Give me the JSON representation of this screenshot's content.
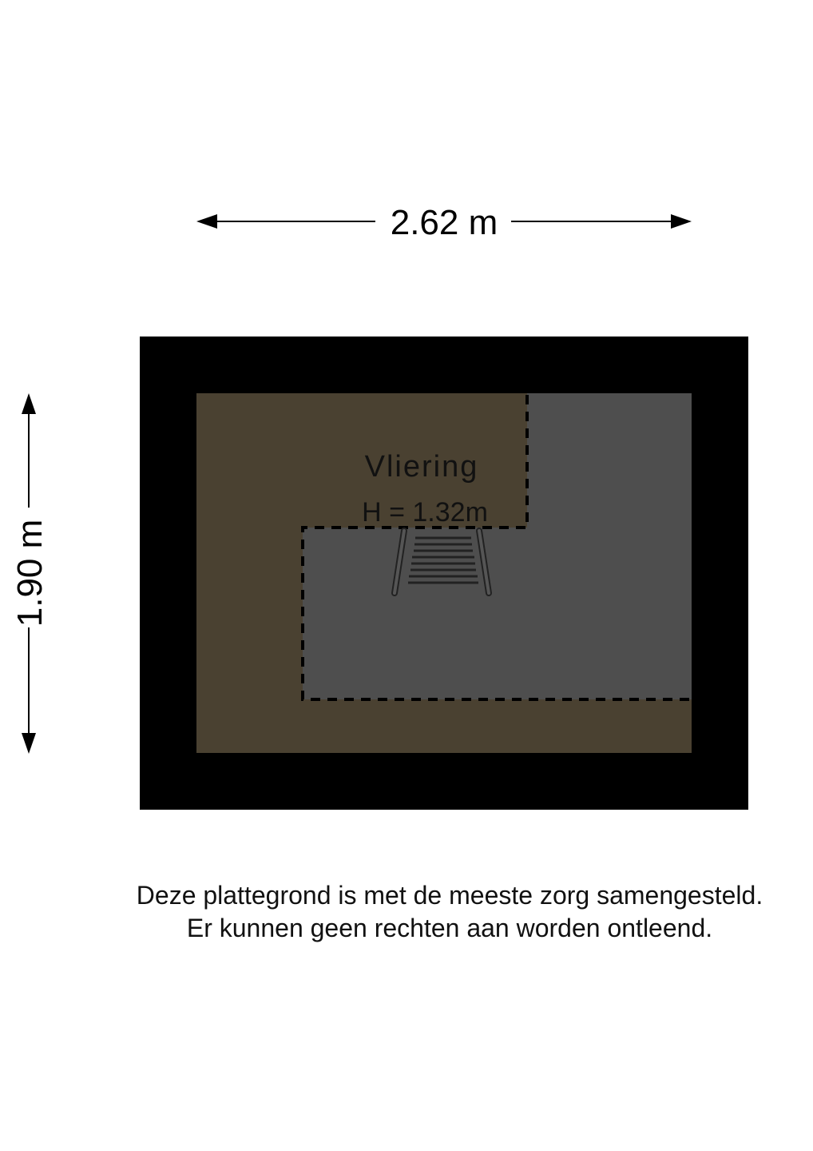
{
  "dimensions": {
    "width": "2.62 m",
    "height": "1.90 m"
  },
  "room": {
    "name": "Vliering",
    "height_label": "H = 1.32m"
  },
  "colors": {
    "wall": "#000000",
    "floor_low": "#4a4131",
    "floor": "#4e4e4e"
  },
  "disclaimer": {
    "line1": "Deze plattegrond is met de meeste zorg samengesteld.",
    "line2": "Er kunnen geen rechten aan worden ontleend."
  }
}
